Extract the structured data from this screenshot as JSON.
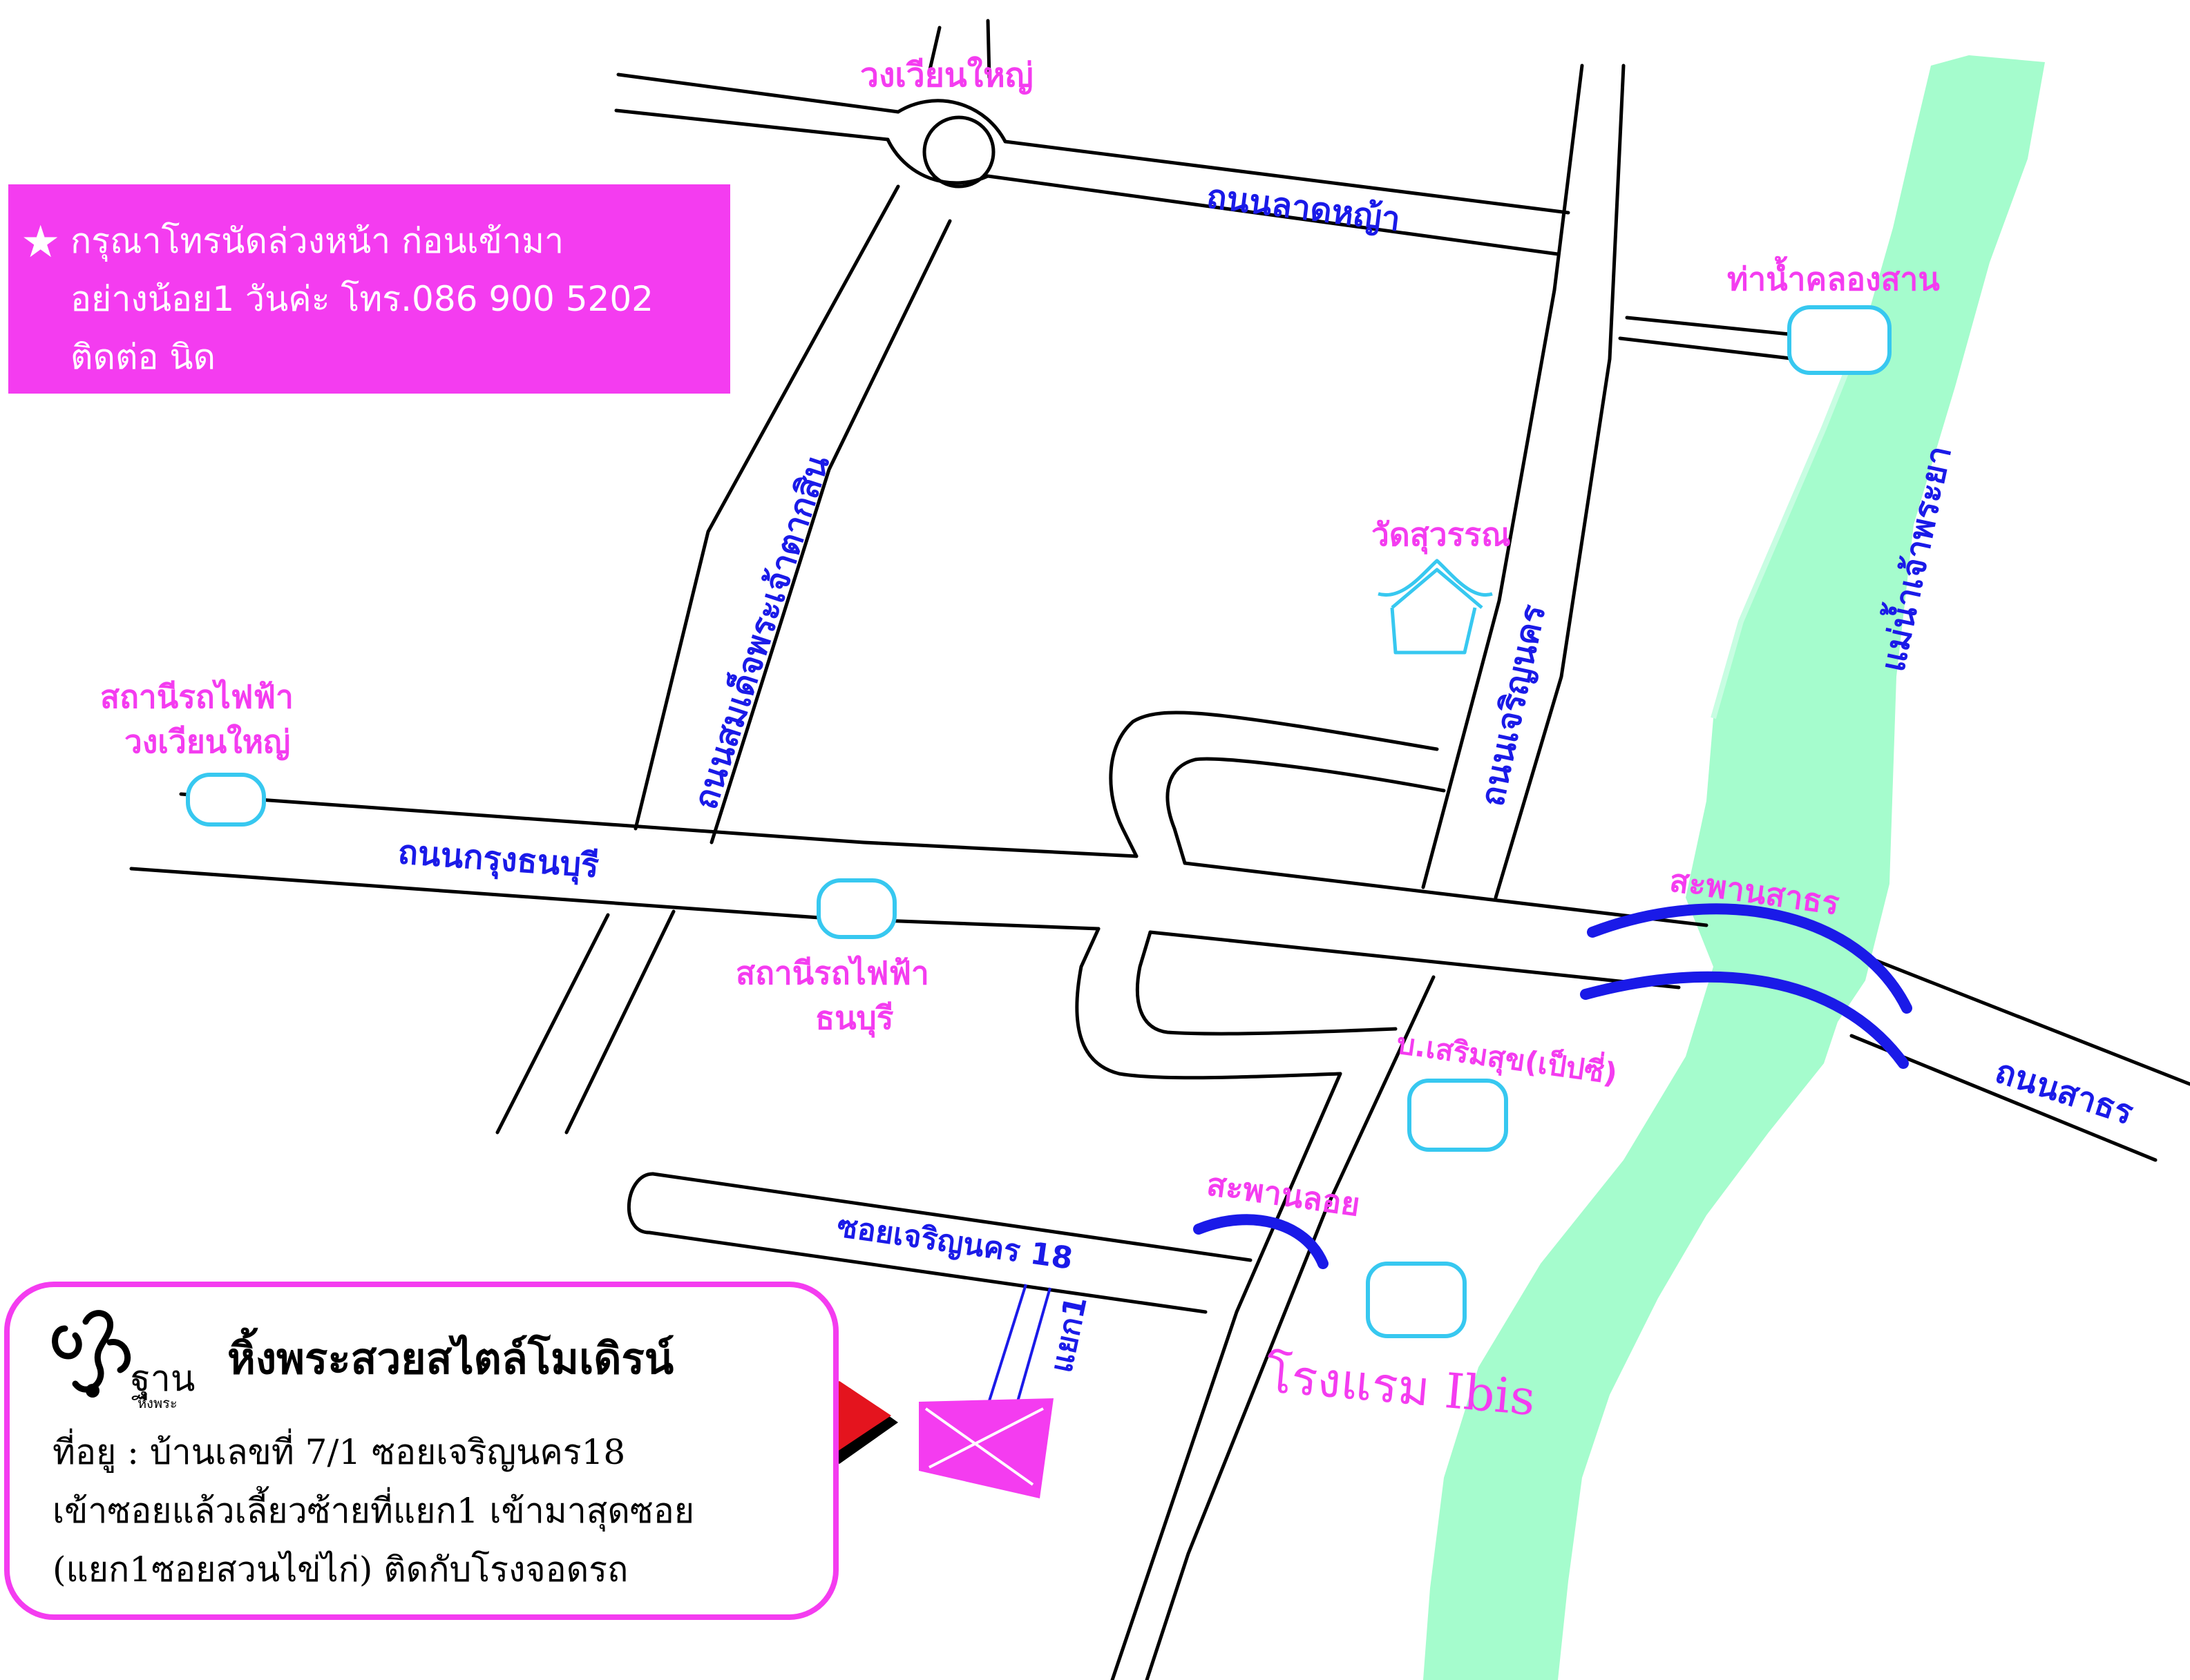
{
  "contact": {
    "lines": [
      "กรุณาโทรนัดล่วงหน้า ก่อนเข้ามา",
      "อย่างน้อย1 วันค่ะ โทร.086 900 5202",
      "ติดต่อ นิด"
    ]
  },
  "info": {
    "logo_text": "ฐาน",
    "logo_sub": "หิ้งพระ",
    "shop_name": "หิ้งพระสวยสไตล์โมเดิรน์",
    "address_lines": [
      "ที่อยู : บ้านเลขที่ 7/1 ซอยเจริญนคร18",
      "เข้าซอยแล้วเลี้ยวซ้ายที่แยก1 เข้ามาสุดซอย",
      "(แยก1ซอยสวนไข่ไก่) ติดกับโรงจอดรถ"
    ]
  },
  "labels": {
    "wongwian_yai": "วงเวียนใหญ่",
    "lat_ya": "ถนนลาดหญ้า",
    "tha_khlong_san": "ท่าน้ำคลองสาน",
    "chao_phraya": "แม่น้ำเจ้าพระยา",
    "wat": "วัดสุวรรณ",
    "charoen_nakhon": "ถนนเจริญนคร",
    "taksin": "ถนนสมเด็จพระเจ้าตากสิน",
    "bts_wongwian_1": "สถานีรถไฟฟ้า",
    "bts_wongwian_2": "วงเวียนใหญ่",
    "krung_thonburi": "ถนนกรุงธนบุรี",
    "bts_thonburi_1": "สถานีรถไฟฟ้า",
    "bts_thonburi_2": "ธนบุรี",
    "sathorn_bridge": "สะพานสาธร",
    "sathorn_road": "ถนนสาธร",
    "pepsi": "บ.เสริมสุข(เป็ปซี่)",
    "flyover": "สะพานลอย",
    "ibis": "โรงแรม Ibis",
    "soi18": "ซอยเจริญนคร 18",
    "yaek1": "แยก1"
  },
  "colors": {
    "road": "#000000",
    "river": "#a5fccd",
    "place_label": "#f43cf0",
    "road_label": "#1a1ae8",
    "landmark": "#37c8f0",
    "bridge": "#1a1ae8",
    "arrow": "#e4141e"
  },
  "icons": [
    "star-icon",
    "temple-icon",
    "arrow-icon",
    "destination-marker-icon"
  ]
}
